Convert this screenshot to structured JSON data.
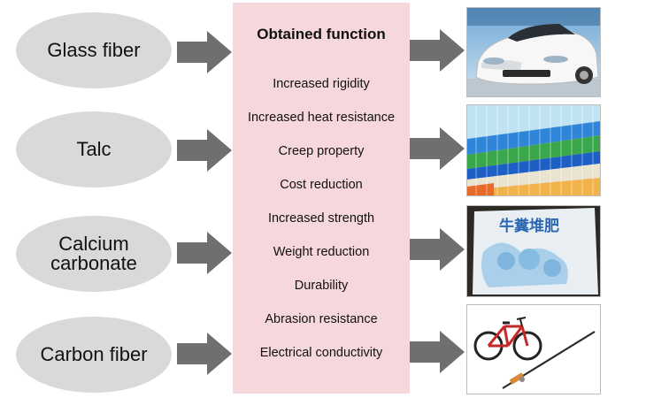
{
  "materials": [
    {
      "label": "Glass fiber"
    },
    {
      "label": "Talc"
    },
    {
      "label": "Calcium\ncarbonate"
    },
    {
      "label": "Carbon fiber"
    }
  ],
  "functions": {
    "title": "Obtained function",
    "items": [
      "Increased rigidity",
      "Increased heat resistance",
      "Creep property",
      "Cost reduction",
      "Increased strength",
      "Weight reduction",
      "Durability",
      "Abrasion resistance",
      "Electrical conductivity"
    ]
  },
  "photos": [
    {
      "icon": "sports-car-photo"
    },
    {
      "icon": "corrugated-plastic-sheets-photo"
    },
    {
      "icon": "fertilizer-bag-photo",
      "text": "牛糞堆肥"
    },
    {
      "icon": "bicycle-and-fishing-rod-photo"
    }
  ],
  "colors": {
    "ellipse": "#d9d9d9",
    "arrow": "#6f6f6f",
    "center_box": "#f6d7dc"
  }
}
